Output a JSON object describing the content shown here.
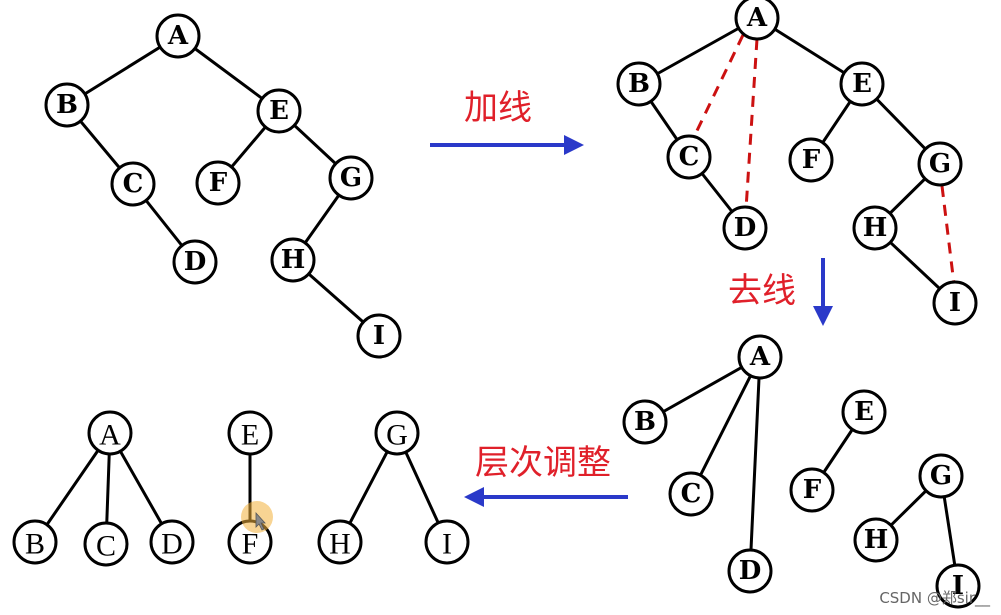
{
  "operations": {
    "add_lines": "加线",
    "remove_lines": "去线",
    "adjust_levels": "层次调整"
  },
  "node_labels": {
    "a": "A",
    "b": "B",
    "c": "C",
    "d": "D",
    "e": "E",
    "f": "F",
    "g": "G",
    "h": "H",
    "i": "I"
  },
  "watermark": "CSDN @郑sir__",
  "colors": {
    "arrow": "#2a39c9",
    "label": "#e0202a",
    "dashed_edge": "#cc1111"
  },
  "icons": [
    "cursor-icon"
  ]
}
